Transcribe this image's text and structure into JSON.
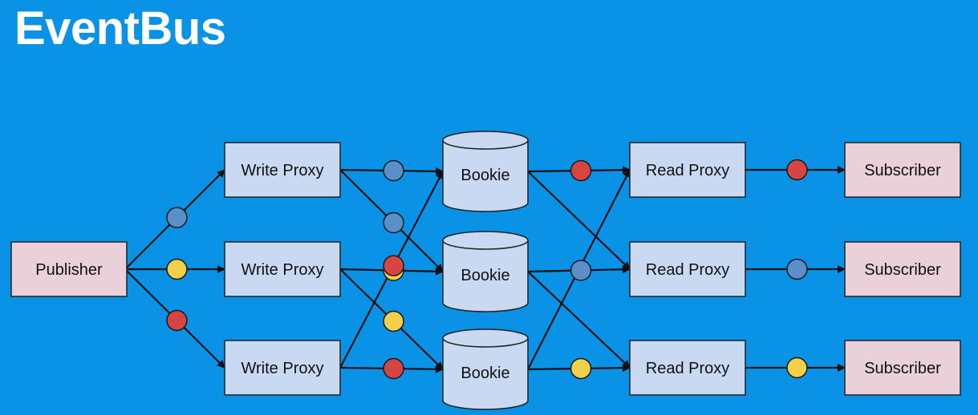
{
  "title": "EventBus",
  "colors": {
    "background": "#0a93e6",
    "proxy_fill": "#cad9f2",
    "endpoint_fill": "#ead0d8",
    "bookie_fill": "#cad9f2",
    "node_stroke": "#222222",
    "edge": "#111111",
    "message_blue": "#5b8fc7",
    "message_yellow": "#f3d04a",
    "message_red": "#d64541"
  },
  "nodes": {
    "publisher": "Publisher",
    "write_proxies": [
      "Write Proxy",
      "Write Proxy",
      "Write Proxy"
    ],
    "bookies": [
      "Bookie",
      "Bookie",
      "Bookie"
    ],
    "read_proxies": [
      "Read Proxy",
      "Read Proxy",
      "Read Proxy"
    ],
    "subscribers": [
      "Subscriber",
      "Subscriber",
      "Subscriber"
    ]
  },
  "edges": [
    {
      "from": "publisher",
      "to": "write_proxy_1",
      "message": "blue"
    },
    {
      "from": "publisher",
      "to": "write_proxy_2",
      "message": "yellow"
    },
    {
      "from": "publisher",
      "to": "write_proxy_3",
      "message": "red"
    },
    {
      "from": "write_proxy_1",
      "to": "bookie_1",
      "message": "blue"
    },
    {
      "from": "write_proxy_1",
      "to": "bookie_2",
      "message": "blue"
    },
    {
      "from": "write_proxy_2",
      "to": "bookie_2",
      "message": "yellow"
    },
    {
      "from": "write_proxy_2",
      "to": "bookie_3",
      "message": "yellow"
    },
    {
      "from": "write_proxy_3",
      "to": "bookie_1",
      "message": "red"
    },
    {
      "from": "write_proxy_3",
      "to": "bookie_3",
      "message": "red"
    },
    {
      "from": "bookie_1",
      "to": "read_proxy_1",
      "message": "red"
    },
    {
      "from": "bookie_1",
      "to": "read_proxy_2",
      "message": null
    },
    {
      "from": "bookie_2",
      "to": "read_proxy_2",
      "message": "blue"
    },
    {
      "from": "bookie_2",
      "to": "read_proxy_3",
      "message": null
    },
    {
      "from": "bookie_3",
      "to": "read_proxy_1",
      "message": null
    },
    {
      "from": "bookie_3",
      "to": "read_proxy_3",
      "message": "yellow"
    },
    {
      "from": "read_proxy_1",
      "to": "subscriber_1",
      "message": "red"
    },
    {
      "from": "read_proxy_2",
      "to": "subscriber_2",
      "message": "blue"
    },
    {
      "from": "read_proxy_3",
      "to": "subscriber_3",
      "message": "yellow"
    }
  ]
}
